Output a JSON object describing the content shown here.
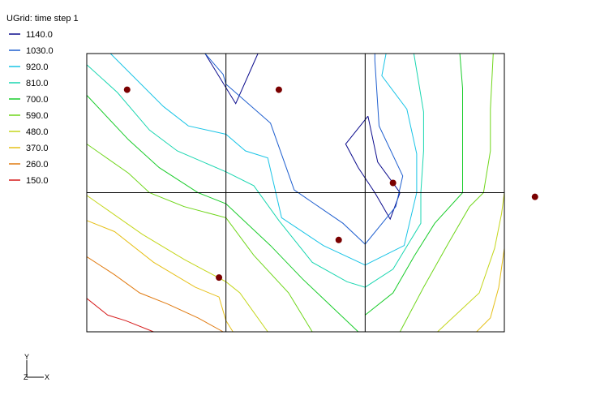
{
  "title": "UGrid: time step 1",
  "legend": {
    "entries": [
      {
        "label": "1140.0",
        "color": "#0a0a8c"
      },
      {
        "label": "1030.0",
        "color": "#1f5fcf"
      },
      {
        "label": "920.0",
        "color": "#19c4e6"
      },
      {
        "label": "810.0",
        "color": "#19d6b0"
      },
      {
        "label": "700.0",
        "color": "#19cc2a"
      },
      {
        "label": "590.0",
        "color": "#6fd61a"
      },
      {
        "label": "480.0",
        "color": "#c4d61a"
      },
      {
        "label": "370.0",
        "color": "#e6c019"
      },
      {
        "label": "260.0",
        "color": "#e07a10"
      },
      {
        "label": "150.0",
        "color": "#d61a1a"
      }
    ]
  },
  "axes_triad": {
    "y_label": "Y",
    "z_label": "Z",
    "x_label": "X"
  },
  "chart_data": {
    "type": "contour",
    "title": "UGrid: time step 1",
    "levels": [
      1140.0,
      1030.0,
      920.0,
      810.0,
      700.0,
      590.0,
      480.0,
      370.0,
      260.0,
      150.0
    ],
    "xlim": [
      0,
      3
    ],
    "ylim": [
      0,
      2
    ],
    "grid_cells": {
      "columns": 3,
      "rows": 2,
      "column_edges": [
        0,
        1,
        2,
        3
      ],
      "row_edges": [
        0,
        1,
        2
      ]
    },
    "points": [
      {
        "x": 0.29,
        "y": 1.74
      },
      {
        "x": 1.38,
        "y": 1.74
      },
      {
        "x": 2.2,
        "y": 1.07
      },
      {
        "x": 1.81,
        "y": 0.66
      },
      {
        "x": 0.95,
        "y": 0.39
      },
      {
        "x": 3.22,
        "y": 0.97
      }
    ],
    "point_color": "#7a0000",
    "contours": [
      {
        "level": 1140.0,
        "color": "#0a0a8c",
        "paths": [
          [
            [
              0.85,
              2.0
            ],
            [
              1.07,
              1.64
            ],
            [
              1.23,
              2.0
            ]
          ],
          [
            [
              2.02,
              1.55
            ],
            [
              2.09,
              1.22
            ],
            [
              2.25,
              1.0
            ],
            [
              2.18,
              0.81
            ],
            [
              2.07,
              1.0
            ],
            [
              1.95,
              1.18
            ],
            [
              1.86,
              1.35
            ],
            [
              2.02,
              1.55
            ]
          ]
        ]
      },
      {
        "level": 1030.0,
        "color": "#1f5fcf",
        "paths": [
          [
            [
              0.85,
              2.0
            ],
            [
              0.98,
              1.85
            ],
            [
              1.0,
              1.78
            ],
            [
              1.32,
              1.5
            ],
            [
              1.49,
              1.02
            ],
            [
              1.84,
              0.78
            ],
            [
              2.0,
              0.63
            ],
            [
              2.22,
              0.9
            ],
            [
              2.27,
              1.12
            ],
            [
              2.1,
              1.48
            ],
            [
              2.07,
              1.95
            ],
            [
              2.07,
              2.0
            ]
          ]
        ]
      },
      {
        "level": 920.0,
        "color": "#19c4e6",
        "paths": [
          [
            [
              0.17,
              2.0
            ],
            [
              0.55,
              1.62
            ],
            [
              0.73,
              1.48
            ],
            [
              1.0,
              1.42
            ],
            [
              1.14,
              1.3
            ],
            [
              1.3,
              1.25
            ],
            [
              1.4,
              0.82
            ],
            [
              1.7,
              0.62
            ],
            [
              2.0,
              0.48
            ],
            [
              2.28,
              0.62
            ],
            [
              2.37,
              1.0
            ],
            [
              2.37,
              1.28
            ],
            [
              2.3,
              1.6
            ],
            [
              2.12,
              1.84
            ],
            [
              2.15,
              2.0
            ]
          ]
        ]
      },
      {
        "level": 810.0,
        "color": "#19d6b0",
        "paths": [
          [
            [
              0.0,
              1.92
            ],
            [
              0.22,
              1.72
            ],
            [
              0.45,
              1.45
            ],
            [
              0.65,
              1.3
            ],
            [
              1.0,
              1.15
            ],
            [
              1.2,
              1.05
            ],
            [
              1.38,
              0.8
            ],
            [
              1.62,
              0.5
            ],
            [
              1.87,
              0.36
            ],
            [
              2.0,
              0.32
            ],
            [
              2.2,
              0.45
            ],
            [
              2.4,
              0.78
            ],
            [
              2.4,
              1.0
            ],
            [
              2.42,
              1.3
            ],
            [
              2.42,
              1.58
            ],
            [
              2.35,
              2.0
            ]
          ]
        ]
      },
      {
        "level": 700.0,
        "color": "#19cc2a",
        "paths": [
          [
            [
              0.0,
              1.7
            ],
            [
              0.3,
              1.38
            ],
            [
              0.52,
              1.18
            ],
            [
              0.8,
              1.0
            ],
            [
              1.0,
              0.92
            ],
            [
              1.32,
              0.62
            ],
            [
              1.55,
              0.38
            ],
            [
              1.75,
              0.19
            ],
            [
              1.95,
              0.0
            ]
          ],
          [
            [
              2.0,
              0.12
            ],
            [
              2.2,
              0.28
            ],
            [
              2.35,
              0.54
            ],
            [
              2.5,
              0.78
            ],
            [
              2.7,
              1.0
            ],
            [
              2.7,
              1.2
            ],
            [
              2.7,
              1.5
            ],
            [
              2.7,
              1.75
            ],
            [
              2.68,
              2.0
            ]
          ]
        ]
      },
      {
        "level": 590.0,
        "color": "#6fd61a",
        "paths": [
          [
            [
              0.0,
              1.35
            ],
            [
              0.3,
              1.14
            ],
            [
              0.45,
              1.0
            ],
            [
              0.7,
              0.9
            ],
            [
              1.0,
              0.82
            ],
            [
              1.2,
              0.55
            ],
            [
              1.45,
              0.28
            ],
            [
              1.62,
              0.0
            ]
          ],
          [
            [
              2.25,
              0.0
            ],
            [
              2.42,
              0.32
            ],
            [
              2.6,
              0.64
            ],
            [
              2.75,
              0.9
            ],
            [
              2.85,
              1.0
            ],
            [
              2.9,
              1.3
            ],
            [
              2.9,
              1.6
            ],
            [
              2.92,
              2.0
            ]
          ]
        ]
      },
      {
        "level": 480.0,
        "color": "#c4d61a",
        "paths": [
          [
            [
              0.0,
              0.98
            ],
            [
              0.4,
              0.7
            ],
            [
              0.7,
              0.52
            ],
            [
              1.0,
              0.36
            ],
            [
              1.1,
              0.28
            ],
            [
              1.3,
              0.0
            ]
          ],
          [
            [
              2.52,
              0.0
            ],
            [
              2.82,
              0.28
            ],
            [
              2.93,
              0.6
            ],
            [
              2.98,
              0.85
            ],
            [
              3.0,
              1.0
            ]
          ]
        ]
      },
      {
        "level": 370.0,
        "color": "#e6c019",
        "paths": [
          [
            [
              0.0,
              0.8
            ],
            [
              0.2,
              0.72
            ],
            [
              0.48,
              0.5
            ],
            [
              0.78,
              0.32
            ],
            [
              0.95,
              0.25
            ],
            [
              1.0,
              0.08
            ],
            [
              1.05,
              0.0
            ]
          ],
          [
            [
              2.8,
              0.0
            ],
            [
              2.9,
              0.1
            ],
            [
              2.96,
              0.32
            ],
            [
              3.0,
              0.6
            ]
          ]
        ]
      },
      {
        "level": 260.0,
        "color": "#e07a10",
        "paths": [
          [
            [
              0.0,
              0.54
            ],
            [
              0.2,
              0.41
            ],
            [
              0.38,
              0.28
            ],
            [
              0.58,
              0.2
            ],
            [
              0.8,
              0.1
            ],
            [
              0.98,
              0.0
            ]
          ]
        ]
      },
      {
        "level": 150.0,
        "color": "#d61a1a",
        "paths": [
          [
            [
              0.0,
              0.24
            ],
            [
              0.15,
              0.12
            ],
            [
              0.28,
              0.08
            ],
            [
              0.48,
              0.0
            ]
          ]
        ]
      }
    ]
  }
}
